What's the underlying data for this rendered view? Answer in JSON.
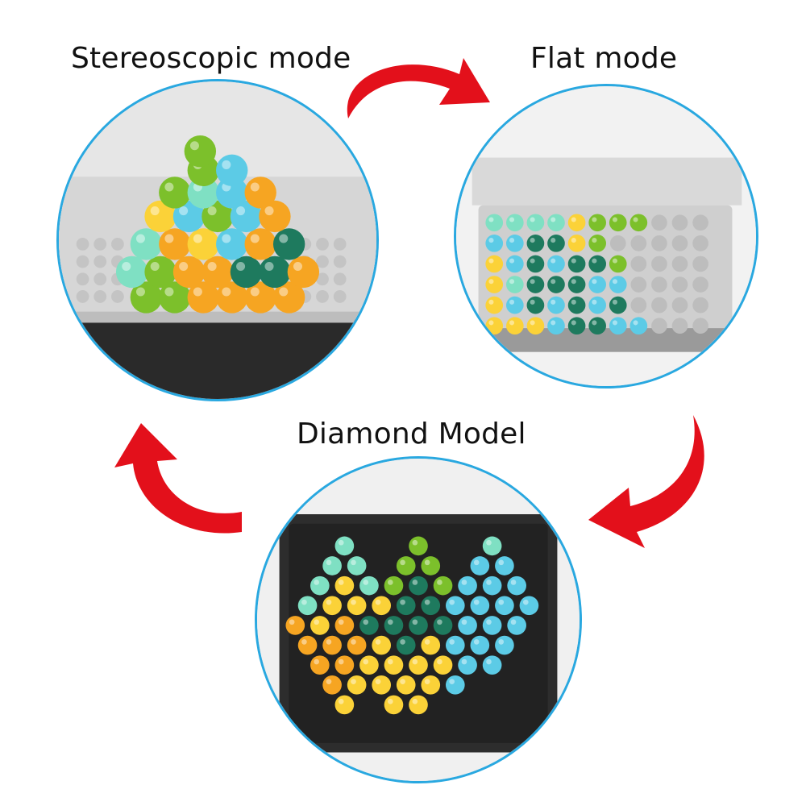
{
  "labels": {
    "stereoscopic": "Stereoscopic mode",
    "flat": "Flat mode",
    "diamond": "Diamond Model"
  },
  "colors": {
    "circle_border": "#29a8e0",
    "arrow_red": "#e3101b",
    "ball_green": "#7cc02b",
    "ball_lightblue": "#5ccbe6",
    "ball_mint": "#7fe0c3",
    "ball_orange": "#f6a522",
    "ball_yellow": "#fbd238",
    "ball_darkteal": "#1e7a5e",
    "board_gray": "#dcdcdc",
    "board_black": "#2a2a2a"
  },
  "icons": {
    "arrows": [
      "curved-arrow-icon-top",
      "curved-arrow-icon-right",
      "curved-arrow-icon-left"
    ]
  }
}
